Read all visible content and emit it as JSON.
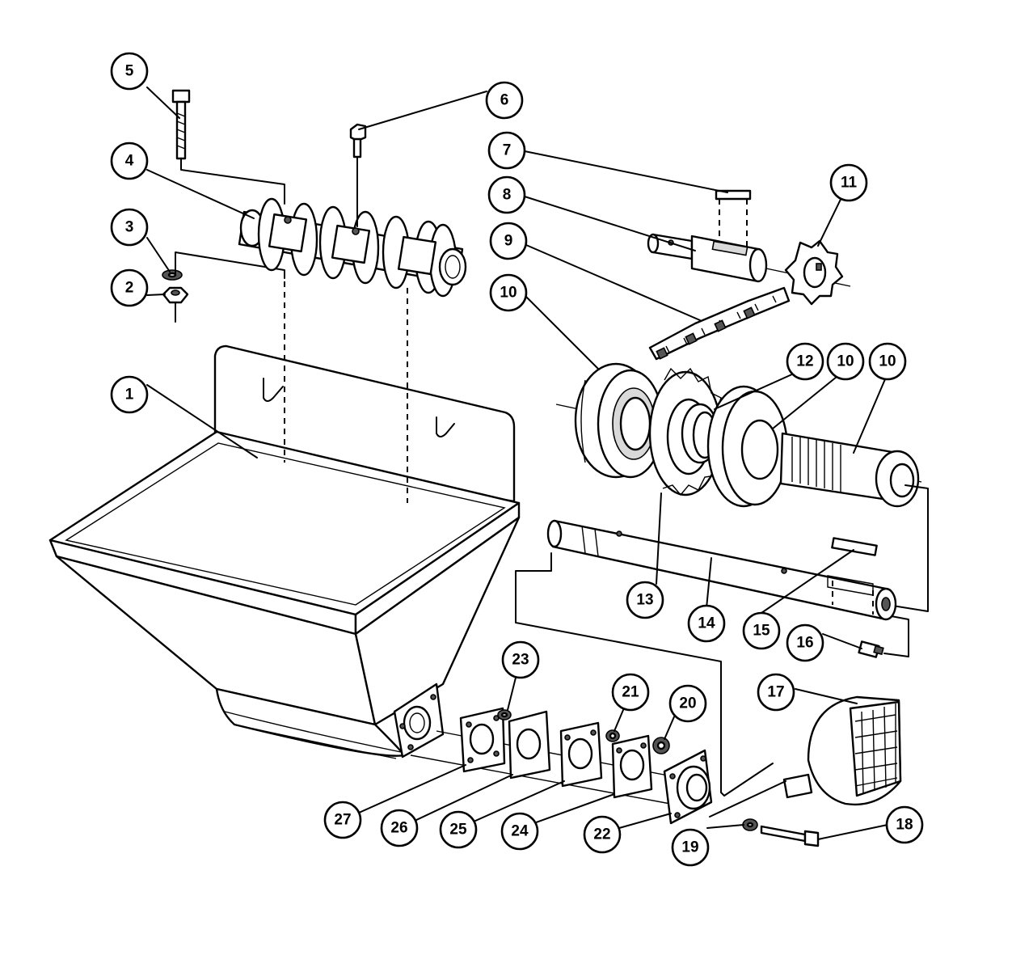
{
  "callouts": [
    {
      "id": "c1",
      "label": "1",
      "part": "hopper"
    },
    {
      "id": "c2",
      "label": "2",
      "part": "nut"
    },
    {
      "id": "c3",
      "label": "3",
      "part": "washer"
    },
    {
      "id": "c4",
      "label": "4",
      "part": "auger"
    },
    {
      "id": "c5",
      "label": "5",
      "part": "bolt"
    },
    {
      "id": "c6",
      "label": "6",
      "part": "set-screw"
    },
    {
      "id": "c7",
      "label": "7",
      "part": "key"
    },
    {
      "id": "c8",
      "label": "8",
      "part": "drive-shaft"
    },
    {
      "id": "c9",
      "label": "9",
      "part": "chain"
    },
    {
      "id": "c10a",
      "label": "10",
      "part": "bearing"
    },
    {
      "id": "c10b",
      "label": "10",
      "part": "bearing"
    },
    {
      "id": "c10c",
      "label": "10",
      "part": "bearing-sleeve"
    },
    {
      "id": "c11",
      "label": "11",
      "part": "small-sprocket"
    },
    {
      "id": "c12",
      "label": "12",
      "part": "spacer-ring"
    },
    {
      "id": "c13",
      "label": "13",
      "part": "large-sprocket"
    },
    {
      "id": "c14",
      "label": "14",
      "part": "main-shaft"
    },
    {
      "id": "c15",
      "label": "15",
      "part": "shaft-key"
    },
    {
      "id": "c16",
      "label": "16",
      "part": "grease-fitting"
    },
    {
      "id": "c17",
      "label": "17",
      "part": "guard"
    },
    {
      "id": "c18",
      "label": "18",
      "part": "guard-bolt"
    },
    {
      "id": "c19",
      "label": "19",
      "part": "guard-washer"
    },
    {
      "id": "c20",
      "label": "20",
      "part": "bushing"
    },
    {
      "id": "c21",
      "label": "21",
      "part": "seal-ring"
    },
    {
      "id": "c22",
      "label": "22",
      "part": "flange-bearing"
    },
    {
      "id": "c23",
      "label": "23",
      "part": "o-ring"
    },
    {
      "id": "c24",
      "label": "24",
      "part": "gasket"
    },
    {
      "id": "c25",
      "label": "25",
      "part": "plate"
    },
    {
      "id": "c26",
      "label": "26",
      "part": "gasket"
    },
    {
      "id": "c27",
      "label": "27",
      "part": "plate"
    }
  ]
}
